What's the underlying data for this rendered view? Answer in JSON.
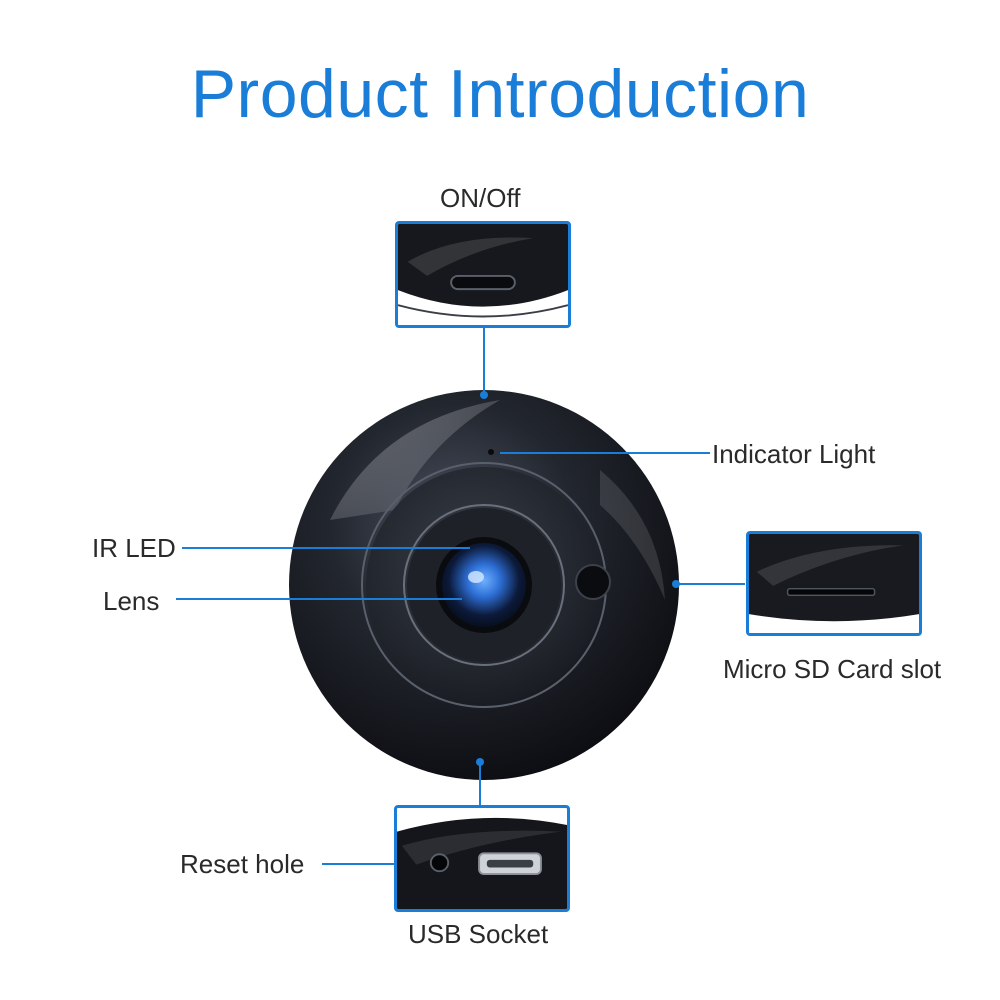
{
  "title": "Product Introduction",
  "labels": {
    "on_off": "ON/Off",
    "indicator_light": "Indicator Light",
    "ir_led": "IR LED",
    "lens": "Lens",
    "micro_sd": "Micro SD Card slot",
    "reset_hole": "Reset hole",
    "usb_socket": "USB Socket"
  },
  "colors": {
    "accent": "#1a7ed8",
    "camera_body": "#1c1f26",
    "lens_glow": "#2e6fd6"
  }
}
